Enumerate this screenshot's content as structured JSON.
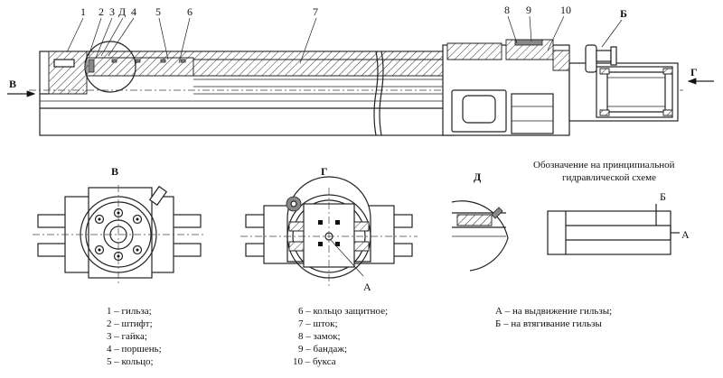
{
  "callouts": {
    "n1": "1",
    "n2": "2",
    "n3": "3",
    "n_d": "Д",
    "n4": "4",
    "n5": "5",
    "n6": "6",
    "n7": "7",
    "n8": "8",
    "n9": "9",
    "n10": "10",
    "n_b": "Б"
  },
  "arrows": {
    "left": "В",
    "right": "Г"
  },
  "views": {
    "v_title": "В",
    "g_title": "Г",
    "d_title": "Д",
    "g_port": "А",
    "schema_title_line1": "Обозначение на принципиальной",
    "schema_title_line2": "гидравлической схеме",
    "schema_port_b": "Б",
    "schema_port_a": "А"
  },
  "legend": {
    "col1": [
      "1 –  гильза;",
      "2 –  штифт;",
      "3 –  гайка;",
      "4 –  поршень;",
      "5 –  кольцо;"
    ],
    "col2": [
      "6 –  кольцо защитное;",
      "7 –  шток;",
      "8 –  замок;",
      "9 –  бандаж;",
      "10 –  букса"
    ],
    "col3": [
      "А –  на выдвижение гильзы;",
      "Б –  на втягивание гильзы"
    ]
  }
}
